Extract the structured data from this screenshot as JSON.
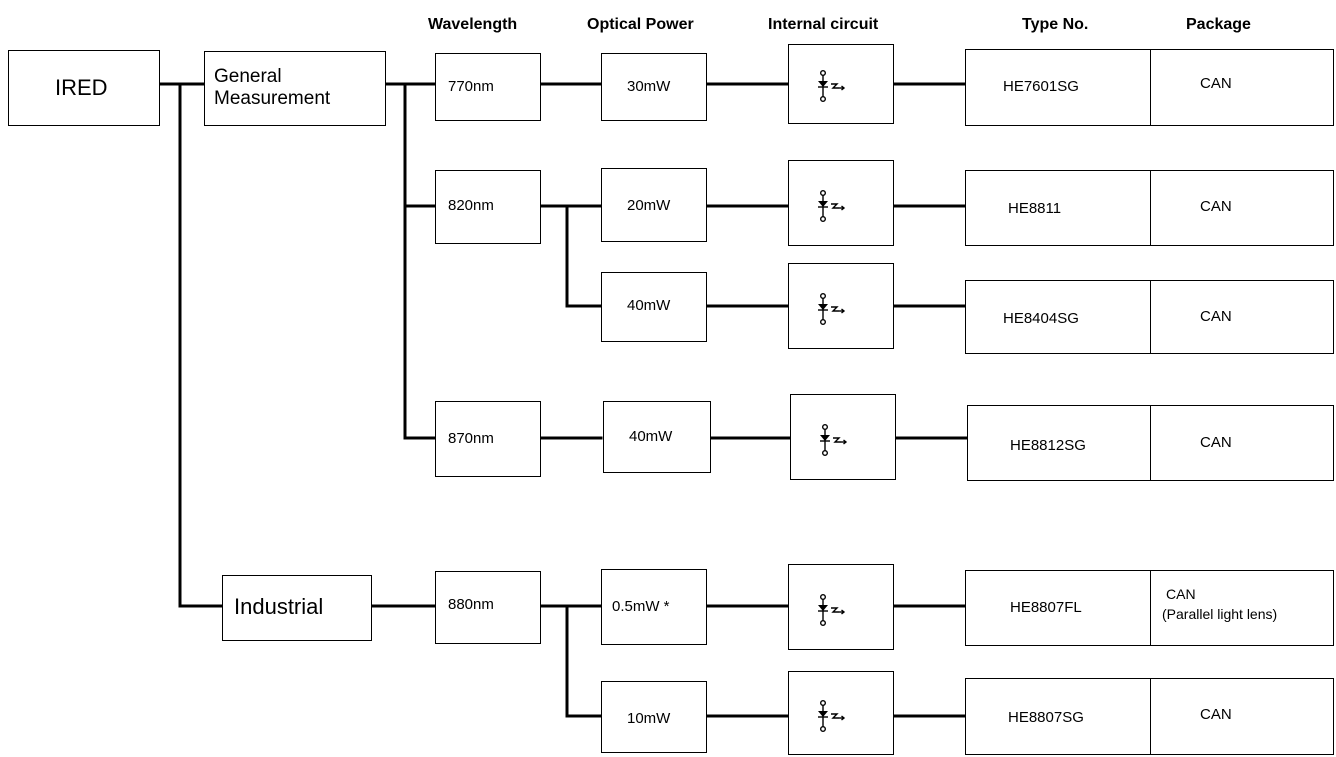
{
  "headers": {
    "wavelength": "Wavelength",
    "optical_power": "Optical Power",
    "internal_circuit": "Internal circuit",
    "type_no": "Type No.",
    "package": "Package"
  },
  "root": {
    "label": "IRED"
  },
  "categories": {
    "general": {
      "line1": "General",
      "line2": "Measurement"
    },
    "industrial": {
      "label": "Industrial"
    }
  },
  "wavelengths": [
    "770nm",
    "820nm",
    "870nm",
    "880nm"
  ],
  "rows": [
    {
      "power": "30mW",
      "type_no": "HE7601SG",
      "package": "CAN",
      "package_note": ""
    },
    {
      "power": "20mW",
      "type_no": "HE8811",
      "package": "CAN",
      "package_note": ""
    },
    {
      "power": "40mW",
      "type_no": "HE8404SG",
      "package": "CAN",
      "package_note": ""
    },
    {
      "power": "40mW",
      "type_no": "HE8812SG",
      "package": "CAN",
      "package_note": ""
    },
    {
      "power": "0.5mW *",
      "type_no": "HE8807FL",
      "package": "CAN",
      "package_note": "(Parallel light lens)"
    },
    {
      "power": "10mW",
      "type_no": "HE8807SG",
      "package": "CAN",
      "package_note": ""
    }
  ],
  "icons": {
    "circuit_symbol": "laser-diode-icon"
  },
  "colors": {
    "line": "#000000",
    "box_border": "#000000",
    "background": "#ffffff"
  }
}
